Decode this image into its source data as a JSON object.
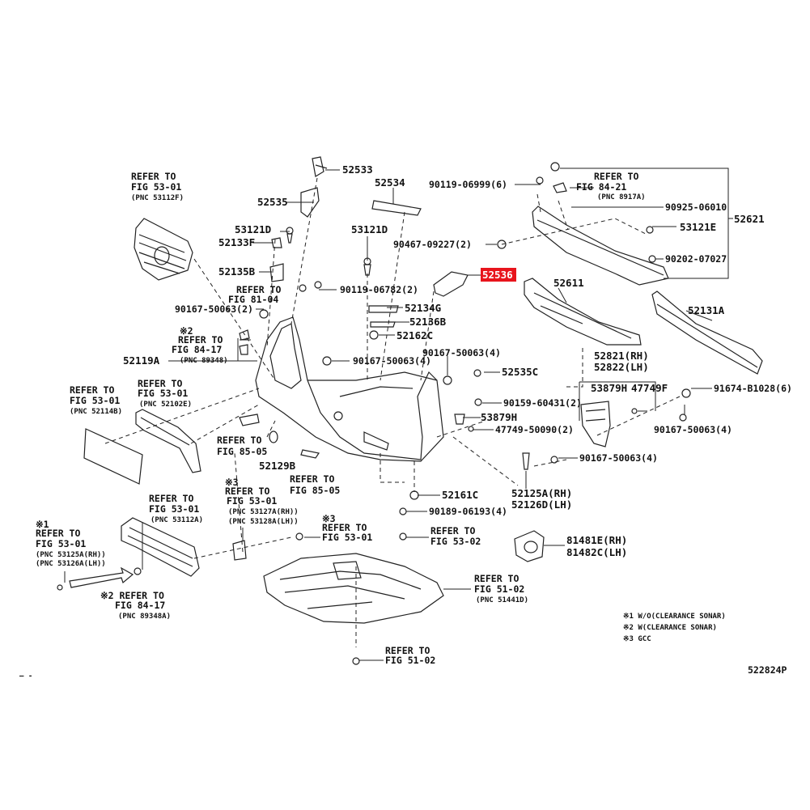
{
  "colors": {
    "highlight": "#e8141c",
    "line": "#222222",
    "background": "#ffffff"
  },
  "part_numbers": {
    "p52533": "52533",
    "p52535": "52535",
    "p52534": "52534",
    "p53121D_a": "53121D",
    "p52133F": "52133F",
    "p52135B": "52135B",
    "p53121D_b": "53121D",
    "p90119_06999": "90119-06999(6)",
    "p90925_06010": "90925-06010",
    "p52621": "52621",
    "p53121E": "53121E",
    "p90467_09227": "90467-09227(2)",
    "p90202_07027": "90202-07027",
    "p52536": "52536",
    "p52611": "52611",
    "p52131A": "52131A",
    "p90119_06782": "90119-06782(2)",
    "p90167_50063_2": "90167-50063(2)",
    "p52134G": "52134G",
    "p52136B": "52136B",
    "p52162C": "52162C",
    "p52119A": "52119A",
    "p90167_50063_4a": "90167-50063(4)",
    "p90167_50063_4b": "90167-50063(4)",
    "p52535C": "52535C",
    "p52821": "52821(RH)",
    "p52822": "52822(LH)",
    "p53879H_r": "53879H",
    "p47749F": "47749F",
    "p91674": "91674-B1028(6)",
    "p90159": "90159-60431(2)",
    "p53879H_l": "53879H",
    "p47749_50090": "47749-50090(2)",
    "p90167_50063_4c": "90167-50063(4)",
    "p90167_50063_4d": "90167-50063(4)",
    "p52129B": "52129B",
    "p52161C": "52161C",
    "p52125A": "52125A(RH)",
    "p52126D": "52126D(LH)",
    "p90189": "90189-06193(4)",
    "p81481E": "81481E(RH)",
    "p81482C": "81482C(LH)"
  },
  "refs": {
    "r1": [
      "REFER TO",
      "FIG 53-01",
      "(PNC 53112F)"
    ],
    "r2": [
      "REFER TO",
      "FIG 84-21",
      "(PNC 8917A)"
    ],
    "r3": [
      "REFER TO",
      "FIG 81-04"
    ],
    "r4": [
      "※2",
      "REFER TO",
      "FIG 84-17",
      "(PNC 89348)"
    ],
    "r5": [
      "REFER TO",
      "FIG 53-01",
      "(PNC 52114B)"
    ],
    "r6": [
      "REFER TO",
      "FIG 53-01",
      "(PNC 52102E)"
    ],
    "r7": [
      "REFER TO",
      "FIG 85-05"
    ],
    "r8": [
      "REFER TO",
      "FIG 85-05"
    ],
    "r9": [
      "※3",
      "REFER TO",
      "FIG 53-01",
      "(PNC 53127A(RH))",
      "(PNC 53128A(LH))"
    ],
    "r10": [
      "REFER TO",
      "FIG 53-01",
      "(PNC 53112A)"
    ],
    "r11": [
      "※1",
      "REFER TO",
      "FIG 53-01",
      "(PNC 53125A(RH))",
      "(PNC 53126A(LH))"
    ],
    "r12": [
      "※2 REFER TO",
      "FIG 84-17",
      "(PNC 89348A)"
    ],
    "r13": [
      "※3",
      "REFER TO",
      "FIG 53-01"
    ],
    "r14": [
      "REFER TO",
      "FIG 53-02"
    ],
    "r15": [
      "REFER TO",
      "FIG 51-02",
      "(PNC 51441D)"
    ],
    "r16": [
      "REFER TO",
      "FIG 51-02"
    ]
  },
  "legend": [
    "※1 W/O(CLEARANCE SONAR)",
    "※2 W(CLEARANCE SONAR)",
    "※3 GCC"
  ],
  "diagram_code": "522824P",
  "corner_mark": "— -"
}
